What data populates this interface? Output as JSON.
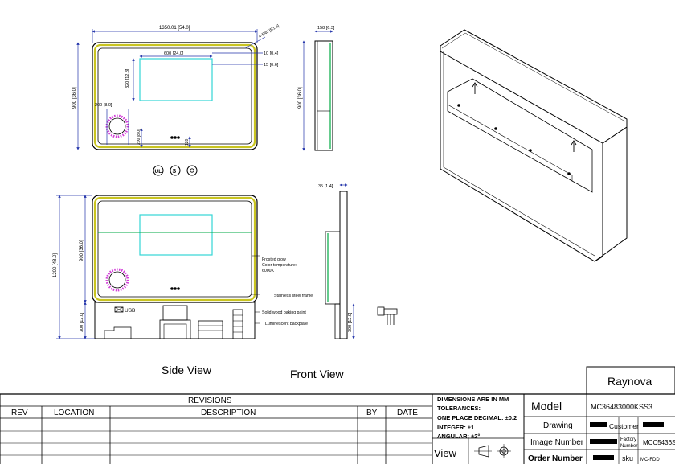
{
  "drawing": {
    "top_view": {
      "width_dim": "1350.01 [54.0]",
      "corner_dim": "4-R40 [R1.6]",
      "display_width": "600 [24.0]",
      "display_height": "320 [12.8]",
      "top_offset": "10 [0.4]",
      "inner_offset": "15 [0.6]",
      "height_dim": "900 [36.0]",
      "knob_dia": "200 [8.0]",
      "knob_offset": "200 [8.0]",
      "dots_offset": "120"
    },
    "side_view_top": {
      "depth_dim": "158 [6.3]",
      "height_dim": "900 [36.0]"
    },
    "front_view": {
      "total_height": "1200 [48.0]",
      "mirror_height": "900 [36.0]",
      "base_height": "300 [12.0]",
      "usb_label": "USB",
      "callouts": [
        "Frosted glow\nColor temperature:\n6000K",
        "Stainless steel frame",
        "Solid wood baking paint",
        "Luminescent backplate"
      ]
    },
    "side_view_bottom": {
      "depth_dim": "35 [1.4]",
      "base_height": "300 [12.0]"
    },
    "view_labels": {
      "side": "Side View",
      "front": "Front View"
    }
  },
  "title_block": {
    "brand": "Raynova",
    "revisions_title": "REVISIONS",
    "rev_headers": [
      "REV",
      "LOCATION",
      "DESCRIPTION",
      "BY",
      "DATE"
    ],
    "tolerances": [
      "DIMENSIONS ARE IN MM",
      "TOLERANCES:",
      "ONE PLACE DECIMAL: ±0.2",
      "INTEGER: ±1",
      "ANGULAR: ±2°"
    ],
    "view_label": "View",
    "model_label": "Model",
    "model_value": "MC36483000KSS3",
    "drawing_label": "Drawing",
    "customer_label": "Customer",
    "image_number_label": "Image Number",
    "factory_number_label": "Factory Number",
    "factory_number_value": "MCC5436S",
    "order_number_label": "Order Number",
    "sku_label": "sku",
    "sku_value": "MC-FDD"
  },
  "colors": {
    "frame": "#c9c420",
    "display": "#33d6d6",
    "accent": "#00aa44",
    "knob": "#d23cd8",
    "dim": "#2233aa"
  }
}
